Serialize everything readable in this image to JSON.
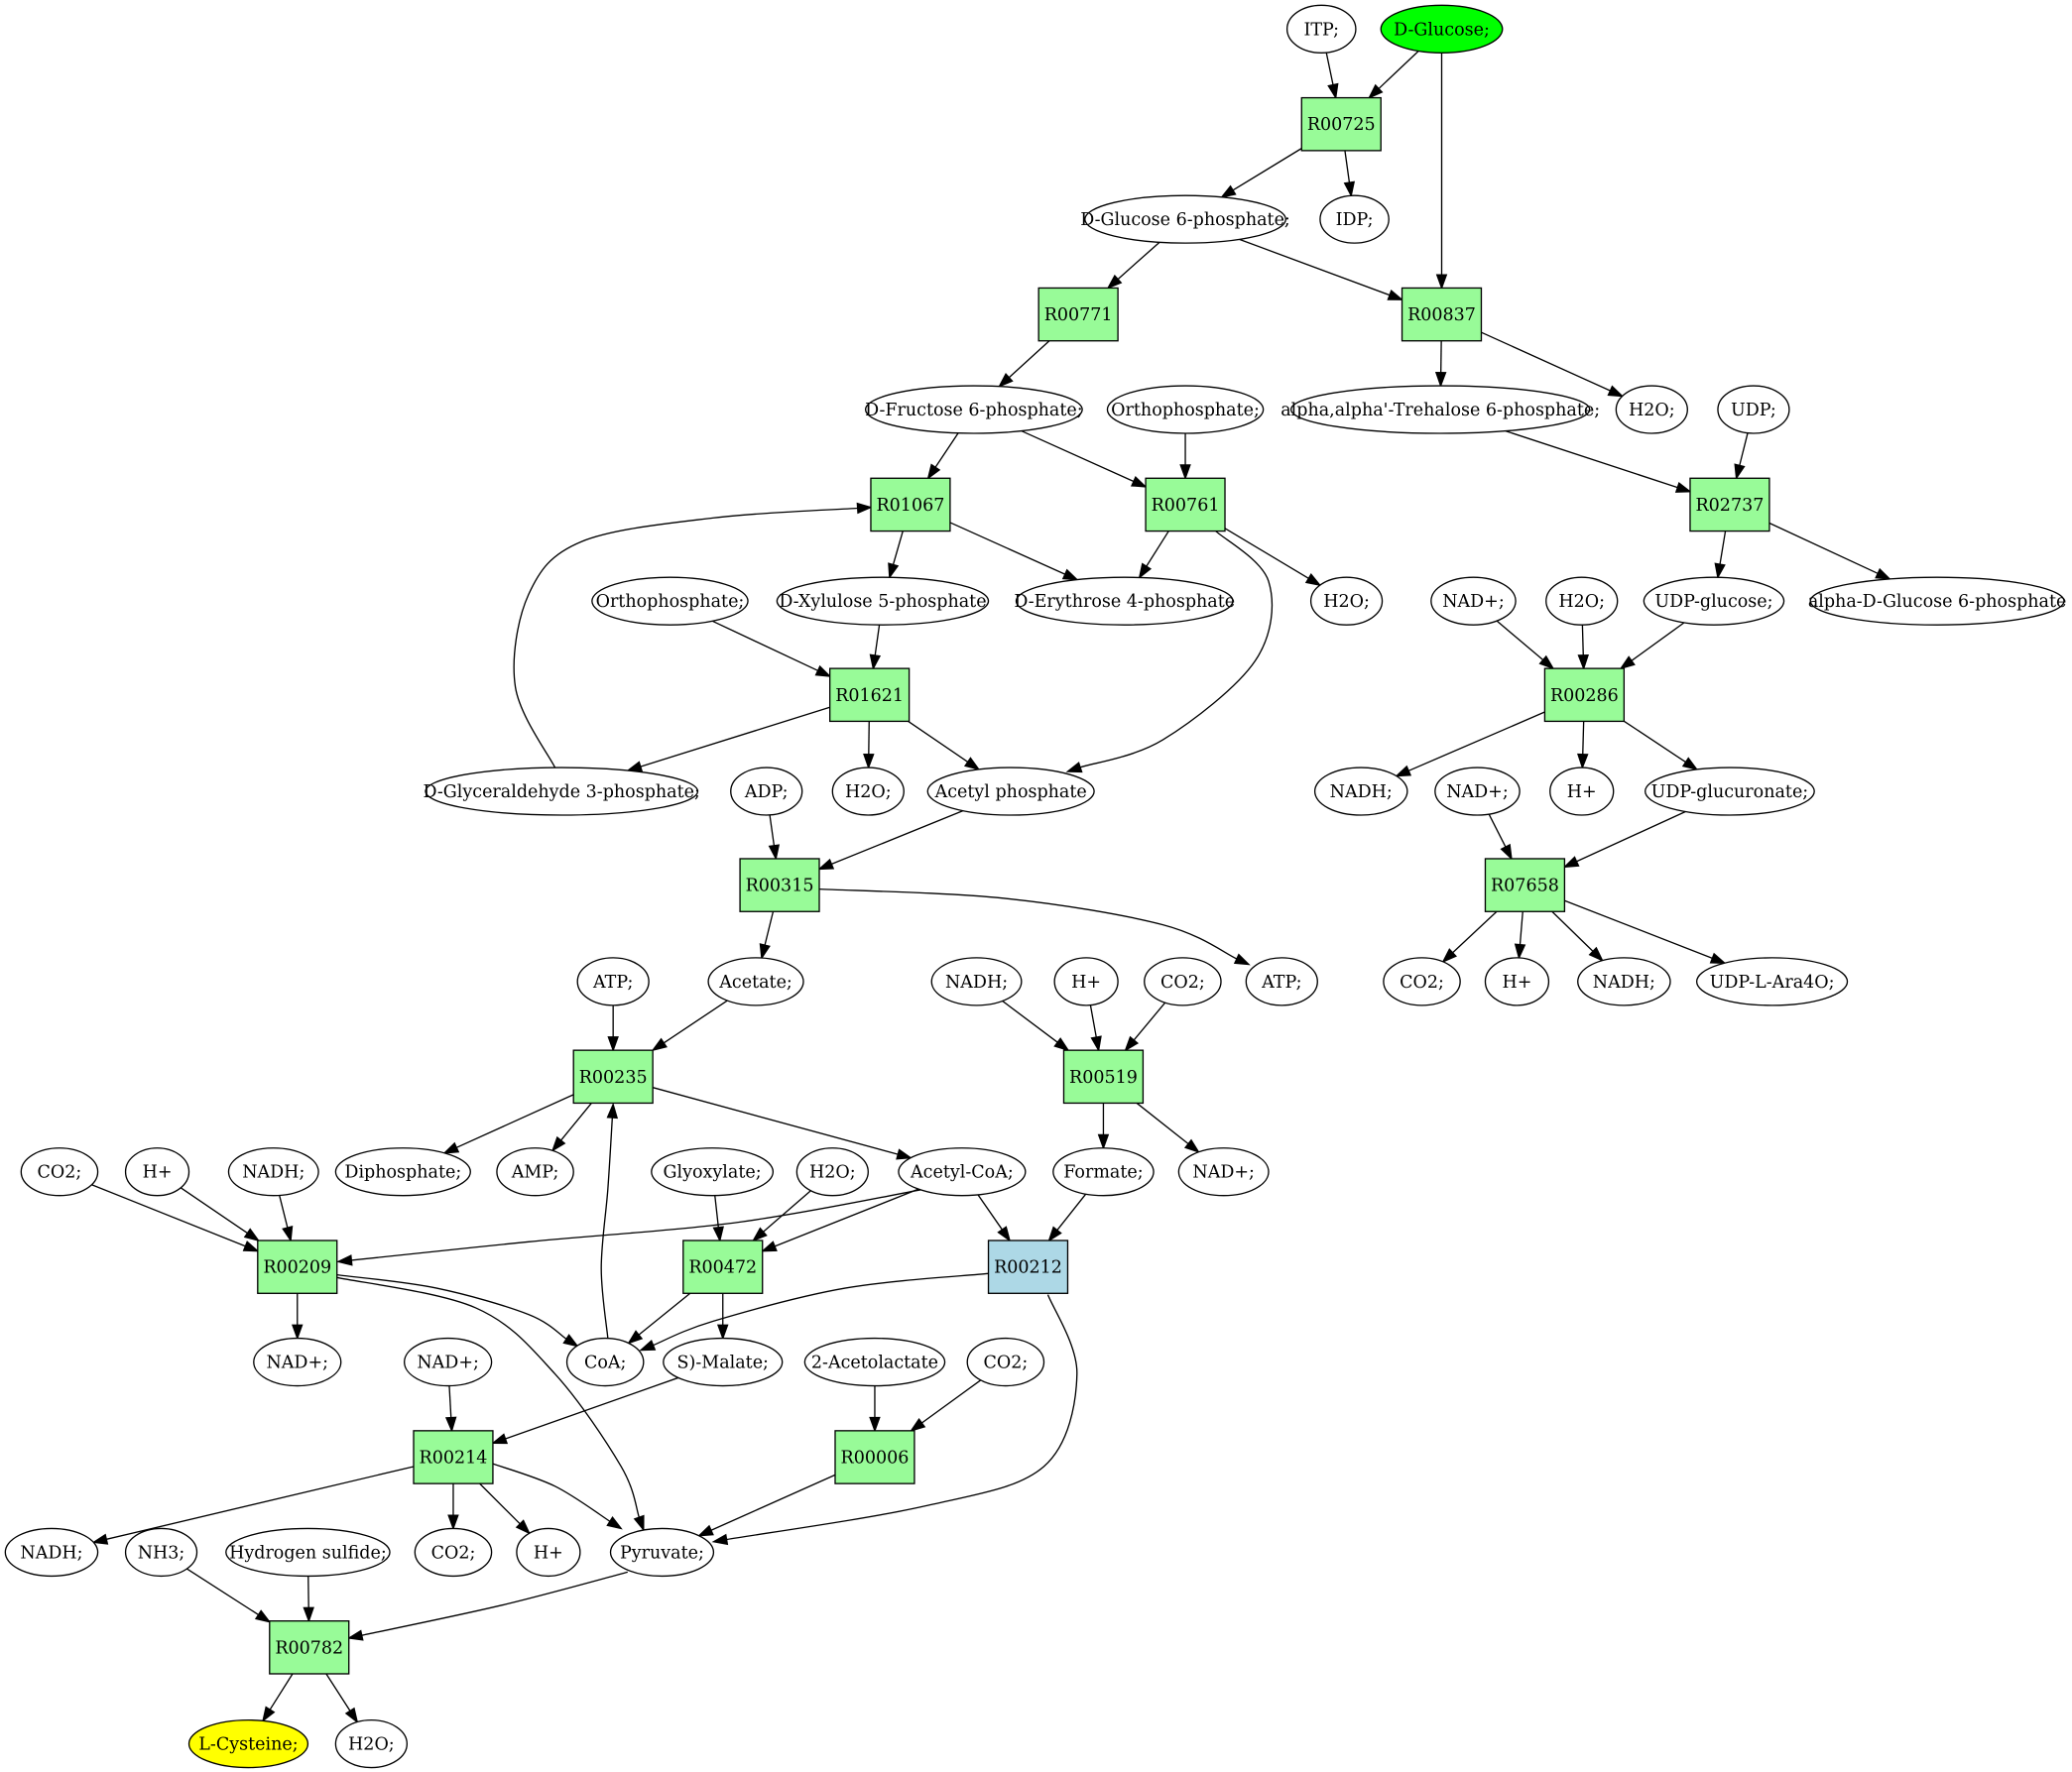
{
  "colors": {
    "compound_fill": "#ffffff",
    "reaction_fill": "#98fb98",
    "reaction_alt_fill": "#add8e6",
    "start_fill": "#00ff00",
    "target_fill": "#ffff00",
    "stroke": "#000000"
  },
  "nodes": {
    "itp": {
      "label": "ITP;",
      "kind": "compound"
    },
    "d_glucose": {
      "label": "D-Glucose;",
      "kind": "start"
    },
    "r00725": {
      "label": "R00725",
      "kind": "reaction"
    },
    "d_glucose_6_phosphate": {
      "label": "D-Glucose 6-phosphate;",
      "kind": "compound"
    },
    "idp": {
      "label": "IDP;",
      "kind": "compound"
    },
    "r00771": {
      "label": "R00771",
      "kind": "reaction"
    },
    "r00837": {
      "label": "R00837",
      "kind": "reaction"
    },
    "d_fructose_6_phosphate": {
      "label": "D-Fructose 6-phosphate;",
      "kind": "compound"
    },
    "orthophosphate_1": {
      "label": "Orthophosphate;",
      "kind": "compound"
    },
    "trehalose_6_phosphate": {
      "label": "alpha,alpha'-Trehalose 6-phosphate;",
      "kind": "compound"
    },
    "h2o_1": {
      "label": "H2O;",
      "kind": "compound"
    },
    "udp": {
      "label": "UDP;",
      "kind": "compound"
    },
    "r01067": {
      "label": "R01067",
      "kind": "reaction"
    },
    "r00761": {
      "label": "R00761",
      "kind": "reaction"
    },
    "r02737": {
      "label": "R02737",
      "kind": "reaction"
    },
    "orthophosphate_2": {
      "label": "Orthophosphate;",
      "kind": "compound"
    },
    "d_xylulose_5_phosphate": {
      "label": "D-Xylulose 5-phosphate",
      "kind": "compound"
    },
    "d_erythrose_4_phosphate": {
      "label": "D-Erythrose 4-phosphate",
      "kind": "compound"
    },
    "h2o_2": {
      "label": "H2O;",
      "kind": "compound"
    },
    "nad_1": {
      "label": "NAD+;",
      "kind": "compound"
    },
    "h2o_3": {
      "label": "H2O;",
      "kind": "compound"
    },
    "udp_glucose": {
      "label": "UDP-glucose;",
      "kind": "compound"
    },
    "alpha_d_glucose_6_phosphate": {
      "label": "alpha-D-Glucose 6-phosphate",
      "kind": "compound"
    },
    "r01621": {
      "label": "R01621",
      "kind": "reaction"
    },
    "r00286": {
      "label": "R00286",
      "kind": "reaction"
    },
    "d_glyceraldehyde_3_phosphate": {
      "label": "D-Glyceraldehyde 3-phosphate;",
      "kind": "compound"
    },
    "adp": {
      "label": "ADP;",
      "kind": "compound"
    },
    "h2o_4": {
      "label": "H2O;",
      "kind": "compound"
    },
    "acetyl_phosphate": {
      "label": "Acetyl phosphate",
      "kind": "compound"
    },
    "nadh_1": {
      "label": "NADH;",
      "kind": "compound"
    },
    "nad_2": {
      "label": "NAD+;",
      "kind": "compound"
    },
    "h_plus_1": {
      "label": "H+",
      "kind": "compound"
    },
    "udp_glucuronate": {
      "label": "UDP-glucuronate;",
      "kind": "compound"
    },
    "r00315": {
      "label": "R00315",
      "kind": "reaction"
    },
    "r07658": {
      "label": "R07658",
      "kind": "reaction"
    },
    "atp_1": {
      "label": "ATP;",
      "kind": "compound"
    },
    "acetate": {
      "label": "Acetate;",
      "kind": "compound"
    },
    "nadh_2": {
      "label": "NADH;",
      "kind": "compound"
    },
    "h_plus_2": {
      "label": "H+",
      "kind": "compound"
    },
    "co2_1": {
      "label": "CO2;",
      "kind": "compound"
    },
    "atp_2": {
      "label": "ATP;",
      "kind": "compound"
    },
    "co2_2": {
      "label": "CO2;",
      "kind": "compound"
    },
    "h_plus_3": {
      "label": "H+",
      "kind": "compound"
    },
    "nadh_3": {
      "label": "NADH;",
      "kind": "compound"
    },
    "udp_l_ara4o": {
      "label": "UDP-L-Ara4O;",
      "kind": "compound"
    },
    "r00235": {
      "label": "R00235",
      "kind": "reaction"
    },
    "r00519": {
      "label": "R00519",
      "kind": "reaction"
    },
    "co2_3": {
      "label": "CO2;",
      "kind": "compound"
    },
    "h_plus_4": {
      "label": "H+",
      "kind": "compound"
    },
    "nadh_4": {
      "label": "NADH;",
      "kind": "compound"
    },
    "diphosphate": {
      "label": "Diphosphate;",
      "kind": "compound"
    },
    "amp": {
      "label": "AMP;",
      "kind": "compound"
    },
    "glyoxylate": {
      "label": "Glyoxylate;",
      "kind": "compound"
    },
    "h2o_5": {
      "label": "H2O;",
      "kind": "compound"
    },
    "acetyl_coa": {
      "label": "Acetyl-CoA;",
      "kind": "compound"
    },
    "formate": {
      "label": "Formate;",
      "kind": "compound"
    },
    "nad_3": {
      "label": "NAD+;",
      "kind": "compound"
    },
    "r00209": {
      "label": "R00209",
      "kind": "reaction"
    },
    "r00472": {
      "label": "R00472",
      "kind": "reaction"
    },
    "r00212": {
      "label": "R00212",
      "kind": "reaction_alt"
    },
    "nad_4": {
      "label": "NAD+;",
      "kind": "compound"
    },
    "nad_5": {
      "label": "NAD+;",
      "kind": "compound"
    },
    "coa": {
      "label": "CoA;",
      "kind": "compound"
    },
    "s_malate": {
      "label": "S)-Malate;",
      "kind": "compound"
    },
    "acetolactate": {
      "label": "2-Acetolactate",
      "kind": "compound"
    },
    "co2_4": {
      "label": "CO2;",
      "kind": "compound"
    },
    "r00214": {
      "label": "R00214",
      "kind": "reaction"
    },
    "r00006": {
      "label": "R00006",
      "kind": "reaction"
    },
    "nadh_5": {
      "label": "NADH;",
      "kind": "compound"
    },
    "nh3": {
      "label": "NH3;",
      "kind": "compound"
    },
    "hydrogen_sulfide": {
      "label": "Hydrogen sulfide;",
      "kind": "compound"
    },
    "co2_5": {
      "label": "CO2;",
      "kind": "compound"
    },
    "h_plus_5": {
      "label": "H+",
      "kind": "compound"
    },
    "pyruvate": {
      "label": "Pyruvate;",
      "kind": "compound"
    },
    "r00782": {
      "label": "R00782",
      "kind": "reaction"
    },
    "l_cysteine": {
      "label": "L-Cysteine;",
      "kind": "target"
    },
    "h2o_6": {
      "label": "H2O;",
      "kind": "compound"
    }
  },
  "edges": [
    [
      "itp",
      "r00725"
    ],
    [
      "d_glucose",
      "r00725"
    ],
    [
      "d_glucose",
      "r00837"
    ],
    [
      "r00725",
      "d_glucose_6_phosphate"
    ],
    [
      "r00725",
      "idp"
    ],
    [
      "d_glucose_6_phosphate",
      "r00771"
    ],
    [
      "d_glucose_6_phosphate",
      "r00837"
    ],
    [
      "r00771",
      "d_fructose_6_phosphate"
    ],
    [
      "r00837",
      "trehalose_6_phosphate"
    ],
    [
      "r00837",
      "h2o_1"
    ],
    [
      "d_fructose_6_phosphate",
      "r01067"
    ],
    [
      "d_fructose_6_phosphate",
      "r00761"
    ],
    [
      "orthophosphate_1",
      "r00761"
    ],
    [
      "trehalose_6_phosphate",
      "r02737"
    ],
    [
      "udp",
      "r02737"
    ],
    [
      "r01067",
      "d_xylulose_5_phosphate"
    ],
    [
      "r01067",
      "d_erythrose_4_phosphate"
    ],
    [
      "r00761",
      "d_erythrose_4_phosphate"
    ],
    [
      "r00761",
      "h2o_2"
    ],
    [
      "r00761",
      "acetyl_phosphate"
    ],
    [
      "r02737",
      "udp_glucose"
    ],
    [
      "r02737",
      "alpha_d_glucose_6_phosphate"
    ],
    [
      "orthophosphate_2",
      "r01621"
    ],
    [
      "d_xylulose_5_phosphate",
      "r01621"
    ],
    [
      "nad_1",
      "r00286"
    ],
    [
      "h2o_3",
      "r00286"
    ],
    [
      "udp_glucose",
      "r00286"
    ],
    [
      "r01621",
      "d_glyceraldehyde_3_phosphate"
    ],
    [
      "r01621",
      "h2o_4"
    ],
    [
      "r01621",
      "acetyl_phosphate"
    ],
    [
      "d_glyceraldehyde_3_phosphate",
      "r01067"
    ],
    [
      "r00286",
      "nadh_1"
    ],
    [
      "r00286",
      "h_plus_1"
    ],
    [
      "r00286",
      "udp_glucuronate"
    ],
    [
      "adp",
      "r00315"
    ],
    [
      "acetyl_phosphate",
      "r00315"
    ],
    [
      "nad_2",
      "r07658"
    ],
    [
      "udp_glucuronate",
      "r07658"
    ],
    [
      "r00315",
      "acetate"
    ],
    [
      "r00315",
      "atp_2"
    ],
    [
      "r07658",
      "co2_2"
    ],
    [
      "r07658",
      "h_plus_3"
    ],
    [
      "r07658",
      "nadh_3"
    ],
    [
      "r07658",
      "udp_l_ara4o"
    ],
    [
      "atp_1",
      "r00235"
    ],
    [
      "acetate",
      "r00235"
    ],
    [
      "nadh_2",
      "r00519"
    ],
    [
      "h_plus_2",
      "r00519"
    ],
    [
      "co2_1",
      "r00519"
    ],
    [
      "r00235",
      "diphosphate"
    ],
    [
      "r00235",
      "amp"
    ],
    [
      "r00235",
      "acetyl_coa"
    ],
    [
      "r00519",
      "formate"
    ],
    [
      "r00519",
      "nad_3"
    ],
    [
      "co2_3",
      "r00209"
    ],
    [
      "h_plus_4",
      "r00209"
    ],
    [
      "nadh_4",
      "r00209"
    ],
    [
      "acetyl_coa",
      "r00209"
    ],
    [
      "glyoxylate",
      "r00472"
    ],
    [
      "h2o_5",
      "r00472"
    ],
    [
      "acetyl_coa",
      "r00472"
    ],
    [
      "acetyl_coa",
      "r00212"
    ],
    [
      "formate",
      "r00212"
    ],
    [
      "r00209",
      "nad_4"
    ],
    [
      "r00209",
      "coa"
    ],
    [
      "r00209",
      "pyruvate"
    ],
    [
      "r00472",
      "coa"
    ],
    [
      "r00472",
      "s_malate"
    ],
    [
      "r00212",
      "coa"
    ],
    [
      "r00212",
      "pyruvate"
    ],
    [
      "coa",
      "r00235"
    ],
    [
      "nad_5",
      "r00214"
    ],
    [
      "s_malate",
      "r00214"
    ],
    [
      "acetolactate",
      "r00006"
    ],
    [
      "co2_4",
      "r00006"
    ],
    [
      "r00214",
      "nadh_5"
    ],
    [
      "r00214",
      "co2_5"
    ],
    [
      "r00214",
      "h_plus_5"
    ],
    [
      "r00214",
      "pyruvate"
    ],
    [
      "r00006",
      "pyruvate"
    ],
    [
      "nh3",
      "r00782"
    ],
    [
      "hydrogen_sulfide",
      "r00782"
    ],
    [
      "pyruvate",
      "r00782"
    ],
    [
      "r00782",
      "l_cysteine"
    ],
    [
      "r00782",
      "h2o_6"
    ]
  ]
}
